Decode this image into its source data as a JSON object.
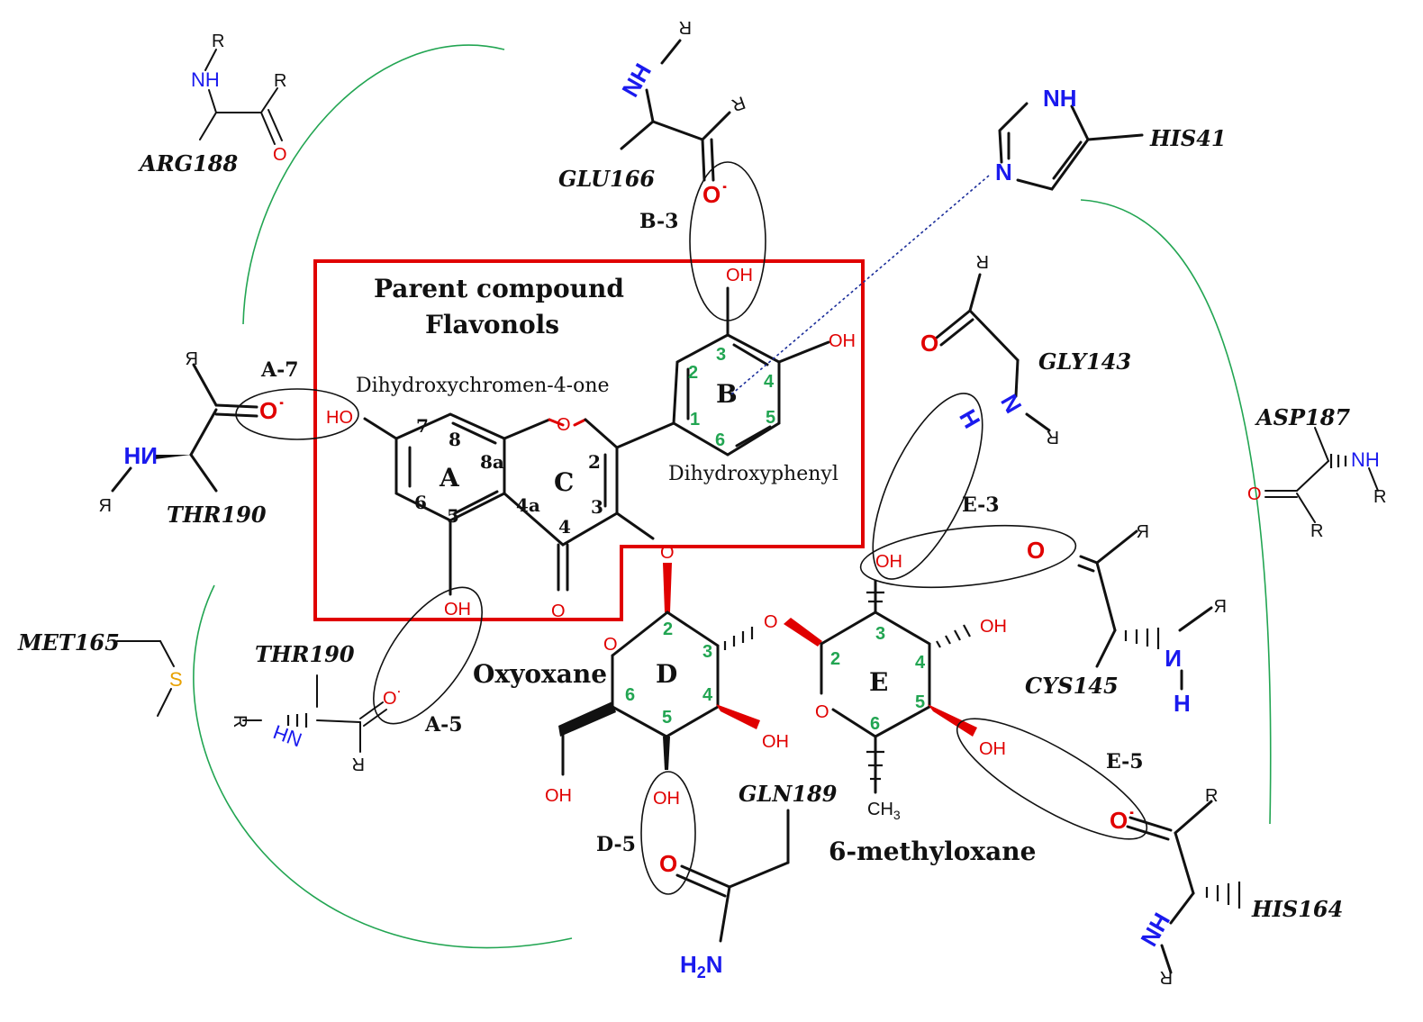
{
  "title": {
    "line1": "Parent compound",
    "line2": "Flavonols"
  },
  "fragments": {
    "chromenone": "Dihydroxychromen-4-one",
    "phenyl": "Dihydroxyphenyl",
    "oxyoxane": "Oxyoxane",
    "methyloxane": "6-methyloxane"
  },
  "rings": {
    "a": "A",
    "b": "B",
    "c": "C",
    "d": "D",
    "e": "E"
  },
  "ring_positions": {
    "a": [
      "7",
      "8",
      "8a",
      "6",
      "5",
      "4a"
    ],
    "c": [
      "2",
      "3",
      "4"
    ],
    "b": [
      "3",
      "2",
      "4",
      "1",
      "5",
      "6"
    ],
    "d": [
      "2",
      "3",
      "4",
      "5",
      "6"
    ],
    "e": [
      "2",
      "3",
      "4",
      "5",
      "6"
    ]
  },
  "interaction_labels": {
    "a7": "A-7",
    "b3": "B-3",
    "a5": "A-5",
    "d5": "D-5",
    "e3": "E-3",
    "e5": "E-5"
  },
  "residues": {
    "arg188": "ARG188",
    "glu166": "GLU166",
    "his41": "HIS41",
    "gly143": "GLY143",
    "asp187": "ASP187",
    "thr190_left": "THR190",
    "thr190_bottom": "THR190",
    "met165": "MET165",
    "cys145": "CYS145",
    "gln189": "GLN189",
    "his164": "HIS164"
  },
  "atoms": {
    "oh": "OH",
    "ho": "HO",
    "o": "O",
    "o_dot": "O˙",
    "nh": "NH",
    "n": "N",
    "h": "H",
    "r": "R",
    "s": "S",
    "ch3": "CH",
    "ch3_sub": "3",
    "h2n": "H",
    "h2n_sub": "2",
    "h2n_n": "N"
  },
  "colors": {
    "highlight_box": "#e00000",
    "oxygen": "#e00000",
    "nitrogen": "#1a1aee",
    "sulfur": "#e8a100",
    "position_numbers": "#22a552",
    "pocket_curve": "#22a552",
    "hydrogen_bond": "#1a2d9a"
  }
}
